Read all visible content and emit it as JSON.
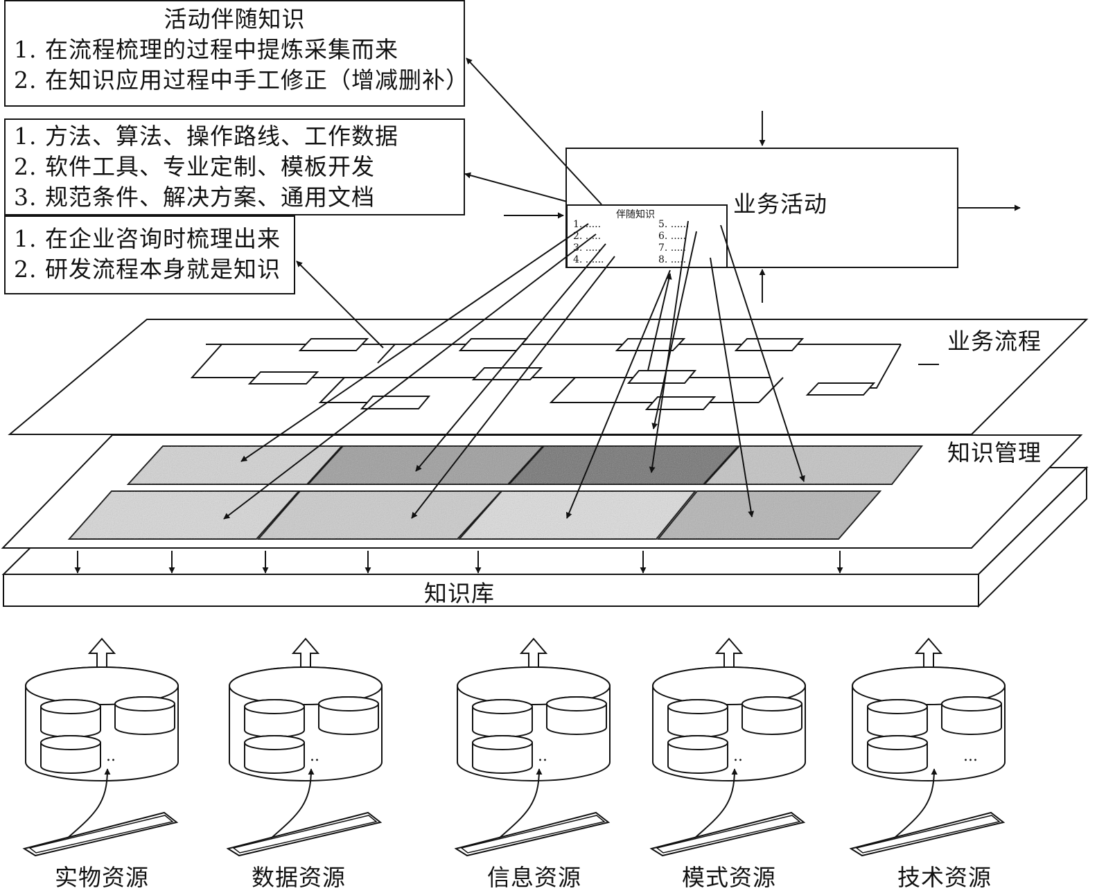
{
  "info_boxes": {
    "activity_knowledge": {
      "title": "活动伴随知识",
      "lines": [
        "1. 在流程梳理的过程中提炼采集而来",
        "2. 在知识应用过程中手工修正（增减删补）"
      ]
    },
    "method_knowledge": {
      "lines": [
        "1. 方法、算法、操作路线、工作数据",
        "2. 软件工具、专业定制、模板开发",
        "3. 规范条件、解决方案、通用文档"
      ]
    },
    "process_knowledge": {
      "lines": [
        "1. 在企业咨询时梳理出来",
        "2. 研发流程本身就是知识"
      ]
    }
  },
  "business_activity": {
    "label": "业务活动",
    "inset_title": "伴随知识",
    "inset_items_left": [
      "1. .....",
      "2. .....",
      "3. .....",
      "4. ......"
    ],
    "inset_items_right": [
      "5. ......",
      "6. .....",
      "7. .....",
      "8. ....."
    ]
  },
  "layers": {
    "business_process": "业务流程",
    "knowledge_management": "知识管理",
    "knowledge_base": "知识库"
  },
  "resources": [
    {
      "name": "实物资源",
      "dots": ".."
    },
    {
      "name": "数据资源",
      "dots": ".."
    },
    {
      "name": "信息资源",
      "dots": ".."
    },
    {
      "name": "模式资源",
      "dots": ".."
    },
    {
      "name": "技术资源",
      "dots": "..."
    }
  ],
  "colors": {
    "stroke": "#111111",
    "tile_textures": [
      "#d4d4d4",
      "#9c9c9c",
      "#707070",
      "#c4c4c4",
      "#d9d9d9",
      "#cccccc",
      "#dedede",
      "#b4b4b4"
    ]
  }
}
